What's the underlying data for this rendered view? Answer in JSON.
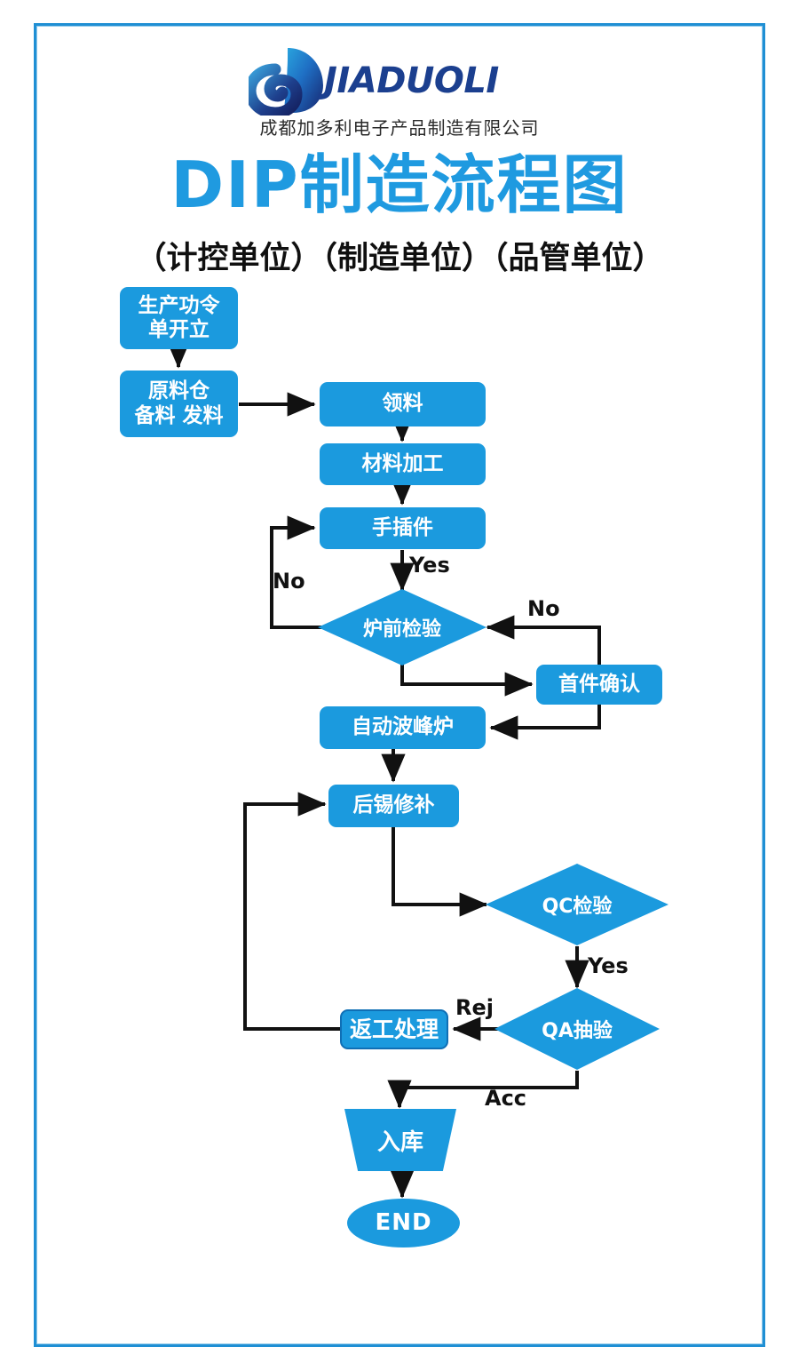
{
  "document": {
    "title": "DIP制造流程图",
    "subtitle": "（计控单位）（制造单位）（品管单位）",
    "frame_color": "#1f8fd4"
  },
  "header": {
    "logo_wordmark": "JIADUOLI",
    "logo_icon": "jiaduoli-d-swirl-logo",
    "company_name": "成都加多利电子产品制造有限公司"
  },
  "theme": {
    "node_fill": "#1b9ade",
    "node_text": "#ffffff",
    "title_color": "#1f9ae0",
    "edge_color": "#111111",
    "wordmark_color": "#1b3f8f"
  },
  "chart_data": {
    "type": "diagram",
    "diagram_kind": "flowchart",
    "title": "DIP制造流程图",
    "nodes": [
      {
        "id": "n1",
        "label": "生产功令\n单开立",
        "shape": "process"
      },
      {
        "id": "n2",
        "label": "原料仓\n备料 发料",
        "shape": "process"
      },
      {
        "id": "n3",
        "label": "领料",
        "shape": "process"
      },
      {
        "id": "n4",
        "label": "材料加工",
        "shape": "process"
      },
      {
        "id": "n5",
        "label": "手插件",
        "shape": "process"
      },
      {
        "id": "n6",
        "label": "炉前检验",
        "shape": "decision"
      },
      {
        "id": "n7",
        "label": "首件确认",
        "shape": "process"
      },
      {
        "id": "n8",
        "label": "自动波峰炉",
        "shape": "process"
      },
      {
        "id": "n9",
        "label": "后锡修补",
        "shape": "process"
      },
      {
        "id": "n10",
        "label": "QC检验",
        "shape": "decision"
      },
      {
        "id": "n11",
        "label": "QA抽验",
        "shape": "decision"
      },
      {
        "id": "n12",
        "label": "返工处理",
        "shape": "process-outlined"
      },
      {
        "id": "n13",
        "label": "入库",
        "shape": "trapezoid"
      },
      {
        "id": "n14",
        "label": "END",
        "shape": "terminator"
      }
    ],
    "edges": [
      {
        "from": "n1",
        "to": "n2",
        "label": ""
      },
      {
        "from": "n2",
        "to": "n3",
        "label": ""
      },
      {
        "from": "n3",
        "to": "n4",
        "label": ""
      },
      {
        "from": "n4",
        "to": "n5",
        "label": ""
      },
      {
        "from": "n5",
        "to": "n6",
        "label": "Yes"
      },
      {
        "from": "n6",
        "to": "n5",
        "label": "No"
      },
      {
        "from": "n7",
        "to": "n6",
        "label": "No"
      },
      {
        "from": "n6",
        "to": "n7",
        "label": ""
      },
      {
        "from": "n7",
        "to": "n8",
        "label": ""
      },
      {
        "from": "n8",
        "to": "n9",
        "label": ""
      },
      {
        "from": "n9",
        "to": "n10",
        "label": ""
      },
      {
        "from": "n10",
        "to": "n11",
        "label": "Yes"
      },
      {
        "from": "n11",
        "to": "n12",
        "label": "Rej"
      },
      {
        "from": "n12",
        "to": "n9",
        "label": ""
      },
      {
        "from": "n11",
        "to": "n13",
        "label": "Acc"
      },
      {
        "from": "n13",
        "to": "n14",
        "label": ""
      }
    ],
    "edge_labels": [
      "Yes",
      "No",
      "No",
      "Yes",
      "Rej",
      "Acc"
    ]
  },
  "nodes": {
    "n1_line1": "生产功令",
    "n1_line2": "单开立",
    "n2_line1": "原料仓",
    "n2_line2": "备料 发料",
    "n3": "领料",
    "n4": "材料加工",
    "n5": "手插件",
    "n6": "炉前检验",
    "n7": "首件确认",
    "n8": "自动波峰炉",
    "n9": "后锡修补",
    "n10": "QC检验",
    "n11": "QA抽验",
    "n12": "返工处理",
    "n13": "入库",
    "n14": "END"
  },
  "labels": {
    "yes_prefire": "Yes",
    "no_loop_left": "No",
    "no_firstpiece": "No",
    "yes_qc": "Yes",
    "rej_qa": "Rej",
    "acc_qa": "Acc"
  }
}
